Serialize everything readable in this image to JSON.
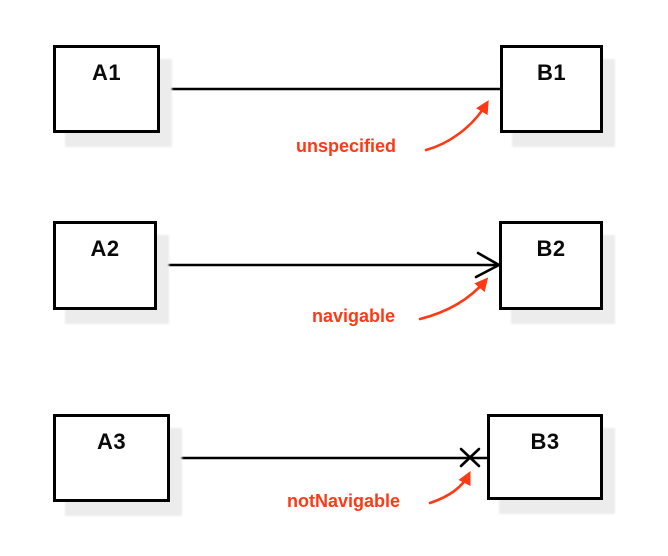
{
  "colors": {
    "background": "#ffffff",
    "box_fill": "#ffffff",
    "box_border": "#000000",
    "box_shadow": "#ececec",
    "line": "#000000",
    "annotation": "#ff3915"
  },
  "rows": [
    {
      "source_label": "A1",
      "target_label": "B1",
      "annotation_label": "unspecified",
      "end_marker": "none"
    },
    {
      "source_label": "A2",
      "target_label": "B2",
      "annotation_label": "navigable",
      "end_marker": "open-arrowhead"
    },
    {
      "source_label": "A3",
      "target_label": "B3",
      "annotation_label": "notNavigable",
      "end_marker": "cross"
    }
  ]
}
